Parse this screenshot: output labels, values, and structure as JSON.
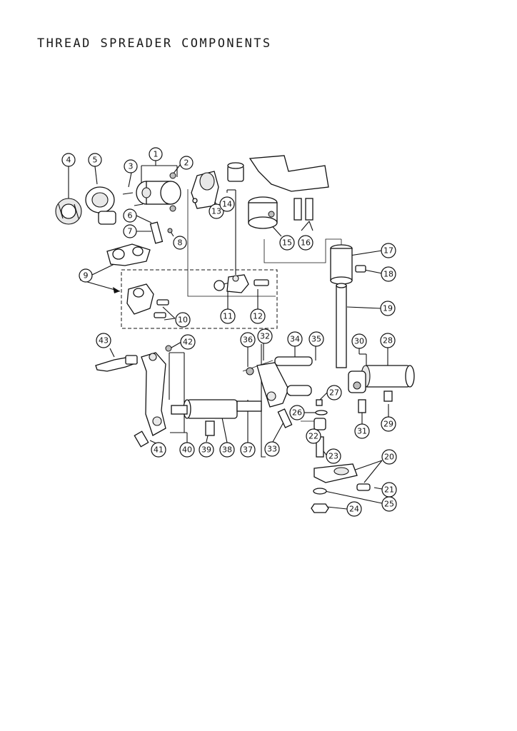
{
  "title": "THREAD SPREADER COMPONENTS",
  "callouts": [
    {
      "id": "callout-1",
      "label": "1"
    },
    {
      "id": "callout-2",
      "label": "2"
    },
    {
      "id": "callout-3",
      "label": "3"
    },
    {
      "id": "callout-4",
      "label": "4"
    },
    {
      "id": "callout-5",
      "label": "5"
    },
    {
      "id": "callout-6",
      "label": "6"
    },
    {
      "id": "callout-7",
      "label": "7"
    },
    {
      "id": "callout-8",
      "label": "8"
    },
    {
      "id": "callout-9",
      "label": "9"
    },
    {
      "id": "callout-10",
      "label": "10"
    },
    {
      "id": "callout-11",
      "label": "11"
    },
    {
      "id": "callout-12",
      "label": "12"
    },
    {
      "id": "callout-13",
      "label": "13"
    },
    {
      "id": "callout-14",
      "label": "14"
    },
    {
      "id": "callout-15",
      "label": "15"
    },
    {
      "id": "callout-16",
      "label": "16"
    },
    {
      "id": "callout-17",
      "label": "17"
    },
    {
      "id": "callout-18",
      "label": "18"
    },
    {
      "id": "callout-19",
      "label": "19"
    },
    {
      "id": "callout-20",
      "label": "20"
    },
    {
      "id": "callout-21",
      "label": "21"
    },
    {
      "id": "callout-22",
      "label": "22"
    },
    {
      "id": "callout-23",
      "label": "23"
    },
    {
      "id": "callout-24",
      "label": "24"
    },
    {
      "id": "callout-25",
      "label": "25"
    },
    {
      "id": "callout-26",
      "label": "26"
    },
    {
      "id": "callout-27",
      "label": "27"
    },
    {
      "id": "callout-28",
      "label": "28"
    },
    {
      "id": "callout-29",
      "label": "29"
    },
    {
      "id": "callout-30",
      "label": "30"
    },
    {
      "id": "callout-31",
      "label": "31"
    },
    {
      "id": "callout-32",
      "label": "32"
    },
    {
      "id": "callout-33",
      "label": "33"
    },
    {
      "id": "callout-34",
      "label": "34"
    },
    {
      "id": "callout-35",
      "label": "35"
    },
    {
      "id": "callout-36",
      "label": "36"
    },
    {
      "id": "callout-37",
      "label": "37"
    },
    {
      "id": "callout-38",
      "label": "38"
    },
    {
      "id": "callout-39",
      "label": "39"
    },
    {
      "id": "callout-40",
      "label": "40"
    },
    {
      "id": "callout-41",
      "label": "41"
    },
    {
      "id": "callout-42",
      "label": "42"
    },
    {
      "id": "callout-43",
      "label": "43"
    }
  ]
}
